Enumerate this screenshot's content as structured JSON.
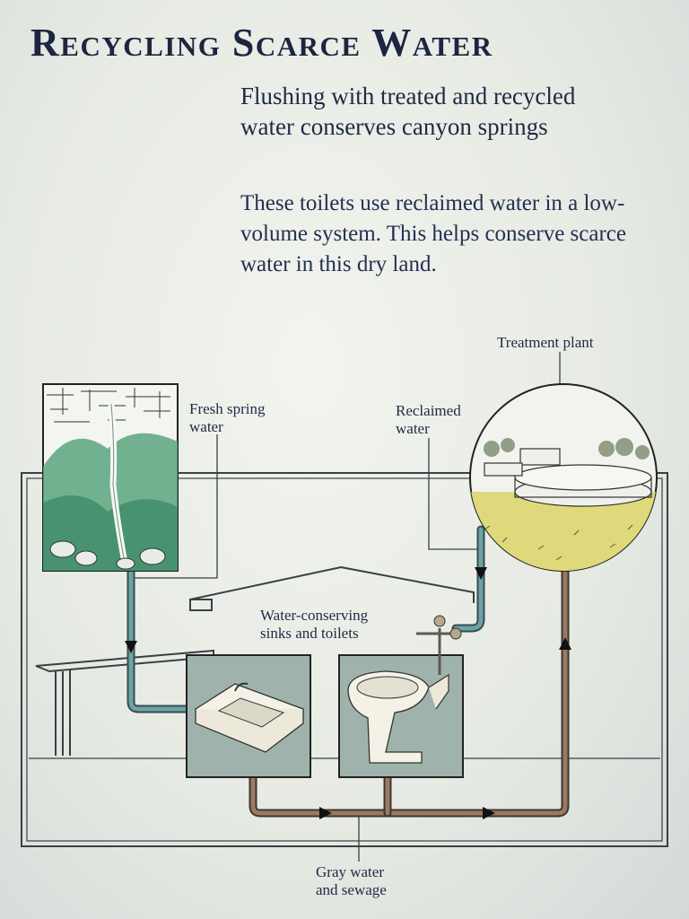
{
  "title": "Recycling Scarce Water",
  "subtitle": "Flushing with treated and recycled water conserves canyon springs",
  "body": "These toilets use reclaimed water in a low-volume system. This helps conserve scarce water in this dry land.",
  "labels": {
    "treatment_plant": "Treatment plant",
    "fresh_spring_line1": "Fresh spring",
    "fresh_spring_line2": "water",
    "reclaimed_line1": "Reclaimed",
    "reclaimed_line2": "water",
    "conserving_line1": "Water-conserving",
    "conserving_line2": "sinks and toilets",
    "gray_line1": "Gray water",
    "gray_line2": "and sewage"
  },
  "colors": {
    "fresh_pipe": "#5f9a9c",
    "waste_pipe": "#8a6a55",
    "plant_fill": "#e3de82",
    "waterfall_green": "#4e9b78"
  },
  "icons": [
    "waterfall-illustration",
    "treatment-plant-illustration",
    "sink-illustration",
    "toilet-illustration",
    "flow-arrow-icon"
  ]
}
